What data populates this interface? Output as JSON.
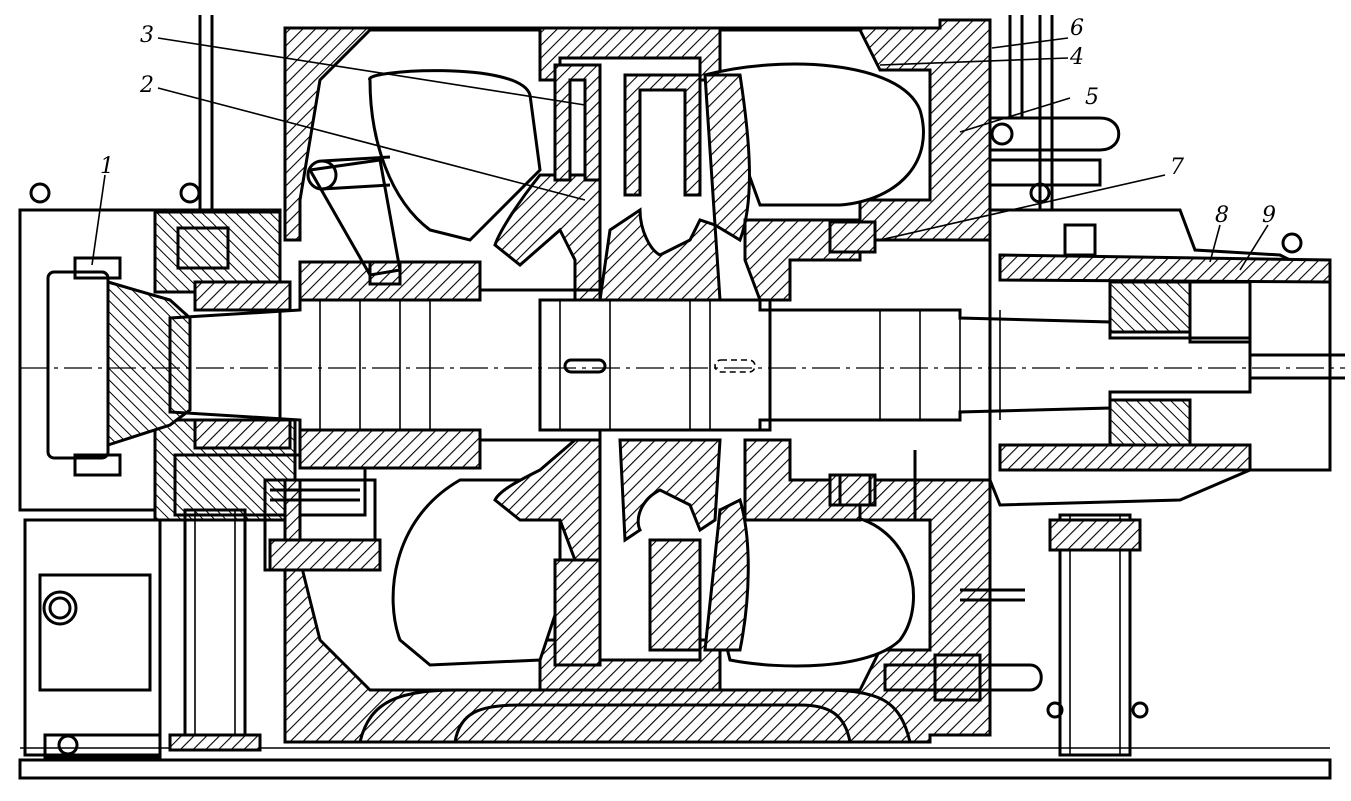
{
  "callouts": [
    {
      "id": "1",
      "text": "1"
    },
    {
      "id": "2",
      "text": "2"
    },
    {
      "id": "3",
      "text": "3"
    },
    {
      "id": "4",
      "text": "4"
    },
    {
      "id": "5",
      "text": "5"
    },
    {
      "id": "6",
      "text": "6"
    },
    {
      "id": "7",
      "text": "7"
    },
    {
      "id": "8",
      "text": "8"
    },
    {
      "id": "9",
      "text": "9"
    }
  ],
  "colors": {
    "ink": "#000000",
    "paper": "#ffffff"
  }
}
